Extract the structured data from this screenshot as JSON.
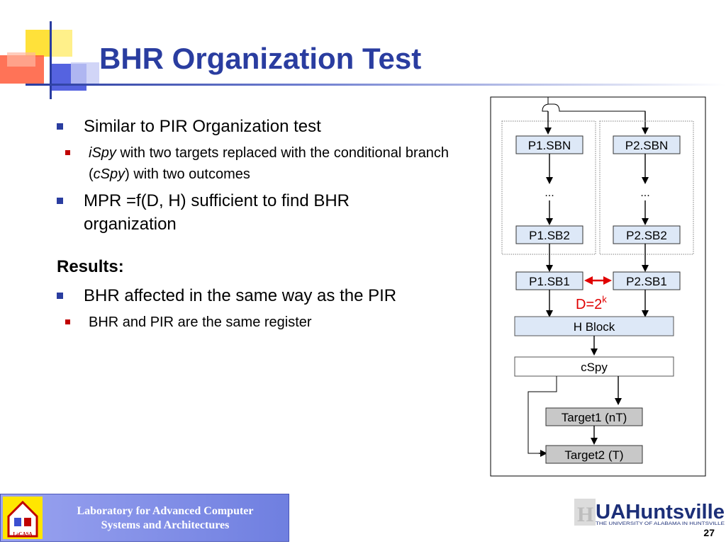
{
  "slide": {
    "title": "BHR Organization Test",
    "page_number": "27"
  },
  "bullets": {
    "item1": "Similar to PIR Organization test",
    "item1_sub1_italic": "iSpy",
    "item1_sub1_text_a": " with two targets replaced with the conditional branch (",
    "item1_sub1_italic2": "cSpy",
    "item1_sub1_text_b": ") with two outcomes",
    "item2": "MPR =f(D, H) sufficient to find BHR organization",
    "results_label": "Results:",
    "item3": "BHR affected in the same way as the PIR",
    "item3_sub1": "BHR and PIR are the same register"
  },
  "diagram": {
    "p1_sbn": "P1.SBN",
    "p2_sbn": "P2.SBN",
    "ellipsis_left": "...",
    "ellipsis_right": "...",
    "p1_sb2": "P1.SB2",
    "p2_sb2": "P2.SB2",
    "p1_sb1": "P1.SB1",
    "p2_sb1": "P2.SB1",
    "distance_label": "D=2",
    "distance_sup": "k",
    "h_block": "H Block",
    "cspy": "cSpy",
    "target1": "Target1 (nT)",
    "target2": "Target2 (T)",
    "colors": {
      "red": "#e00000",
      "box_fill": "#dde8f7",
      "target_fill": "#c8c8c8"
    }
  },
  "footer": {
    "lab_line1": "Laboratory for Advanced Computer",
    "lab_line2": "Systems and Architectures",
    "lab_logo_text": "LaCASA",
    "uah_logo_text": "UAHuntsville",
    "uah_logo_subtext": "THE UNIVERSITY OF ALABAMA IN HUNTSVILLE"
  }
}
